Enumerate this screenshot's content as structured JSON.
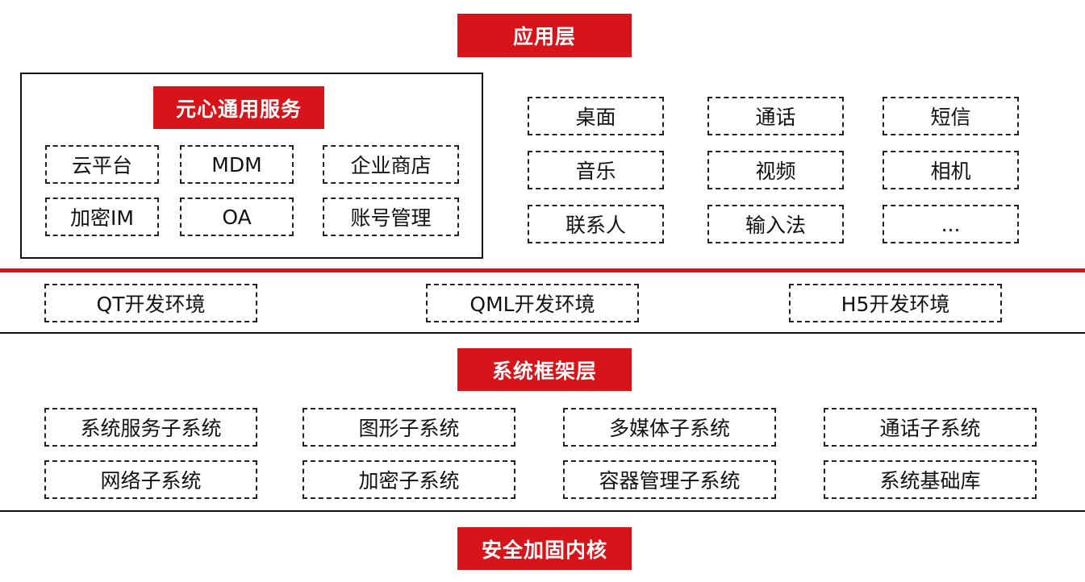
{
  "layers": {
    "application": "应用层",
    "framework": "系统框架层",
    "kernel": "安全加固内核"
  },
  "yuanxin_services": {
    "title": "元心通用服务",
    "items": [
      "云平台",
      "MDM",
      "企业商店",
      "加密IM",
      "OA",
      "账号管理"
    ]
  },
  "apps": [
    "桌面",
    "通话",
    "短信",
    "音乐",
    "视频",
    "相机",
    "联系人",
    "输入法",
    "..."
  ],
  "dev_envs": [
    "QT开发环境",
    "QML开发环境",
    "H5开发环境"
  ],
  "subsystems": [
    "系统服务子系统",
    "图形子系统",
    "多媒体子系统",
    "通话子系统",
    "网络子系统",
    "加密子系统",
    "容器管理子系统",
    "系统基础库"
  ],
  "colors": {
    "accent": "#d7141a",
    "line": "#111111"
  }
}
